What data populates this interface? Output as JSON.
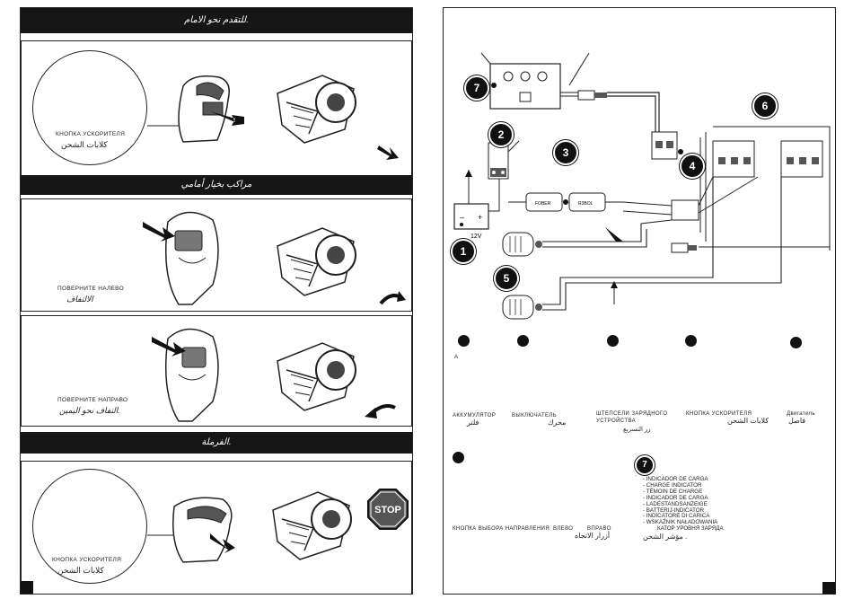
{
  "left": {
    "sec1_title": "للتقدم نحو الامام.",
    "sec1_caption_ru": "КНОПКА УСКОРИТЕЛЯ",
    "sec1_caption_ar": "كلابات الشحن",
    "sec2_title": "مراكب بخيار أمامي",
    "sec2_caption_ru": "ПОВЕРНИТЕ НАЛЕВО",
    "sec2_caption_ar": "الالتفاف",
    "sec3_caption_ru": "ПОВЕРНИТЕ НАПРАВО",
    "sec3_caption_ar": "التفاف نحو اليمين.",
    "sec4_title": "الفرملة.",
    "sec4_caption_ru": "КНОПКА УСКОРИТЕЛЯ",
    "sec4_caption_ar": "كلابات الشحن",
    "stop_sign": "STOP"
  },
  "diagram": {
    "battery_voltage": "12V",
    "fuse_left": "FOBER",
    "fuse_right": "R3BOL",
    "numbers": [
      "1",
      "2",
      "3",
      "4",
      "5",
      "6",
      "7"
    ]
  },
  "legend": {
    "letter_a": "A",
    "c1_ru": "АККУМУЛЯТОР",
    "c1_ar": "فلتر",
    "c2_ru": "ВЫКЛЮЧАТЕЛЬ",
    "c2_ar": "محرك",
    "c3_ru": "ШТЕПСЕЛИ ЗАРЯДНОГО УСТРОЙСТВА",
    "c3_ar": "زر التسريع",
    "c4_ru": "КНОПКА УСКОРИТЕЛЯ",
    "c4_ar": "كلابات الشحن",
    "c5_ru": "Двигатель",
    "c5_ar": "فاصل",
    "d1_ru": "КНОПКА ВЫБОРА НАПРАВЛЕНИЯ",
    "d2_ru": "ВЛЕВО",
    "d3_ru": "ВПРАВО",
    "d3_ar": "أزرار الاتجاه",
    "item7_number": "7",
    "item7_dot": ".",
    "indicator_list": [
      "- INDICADOR DE CARGA",
      "- CHARGE INDICATOR",
      "- TÉMOIN DE CHARGE",
      "- INDICADOR DE CARGA",
      "- LADESTANDSANZEIGE",
      "- BATTERIJ-INDICATOR",
      "- INDICATORE DI CARICA",
      "- WSKAŹNIK NAŁADOWANIA"
    ],
    "indicator_ru": "КАТОР УРОВНЯ ЗАРЯДА",
    "indicator_ar": "مؤشر الشحن ."
  }
}
